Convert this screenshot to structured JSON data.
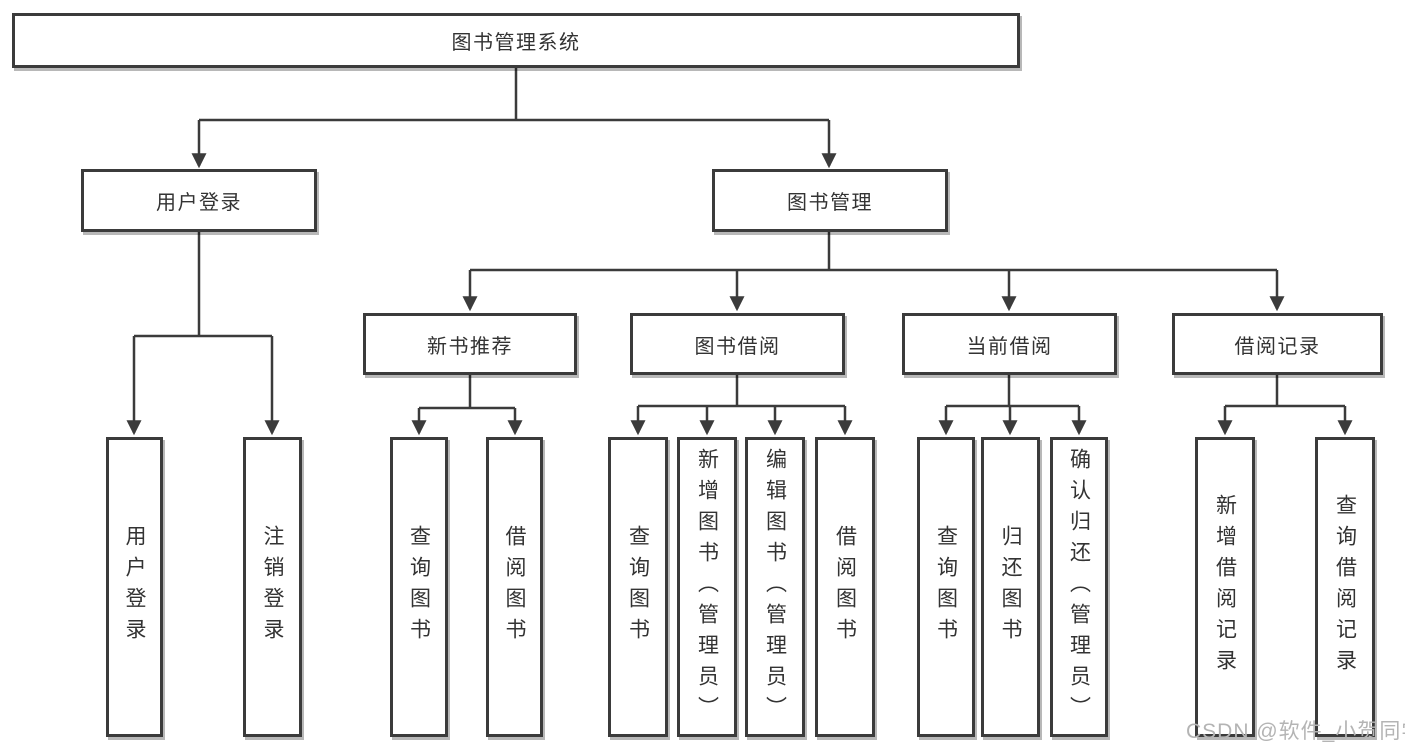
{
  "nodes": {
    "root": "图书管理系统",
    "user_login": "用户登录",
    "book_mgmt": "图书管理",
    "new_book_rec": "新书推荐",
    "book_borrow": "图书借阅",
    "current_borrow": "当前借阅",
    "borrow_record": "借阅记录",
    "leaf_login": "用户登录",
    "leaf_logout": "注销登录",
    "leaf_nbr_query": "查询图书",
    "leaf_nbr_borrow": "借阅图书",
    "leaf_bb_query": "查询图书",
    "leaf_bb_add": "新增图书（管理员）",
    "leaf_bb_edit": "编辑图书（管理员）",
    "leaf_bb_borrow": "借阅图书",
    "leaf_cb_query": "查询图书",
    "leaf_cb_return": "归还图书",
    "leaf_cb_confirm": "确认归还（管理员）",
    "leaf_br_add": "新增借阅记录",
    "leaf_br_query": "查询借阅记录"
  },
  "colors": {
    "line": "#3b3b3b",
    "text": "#333333",
    "wm": "#b4b4b4",
    "bg": "#ffffff"
  },
  "watermark": "CSDN @软件_小贺同学"
}
